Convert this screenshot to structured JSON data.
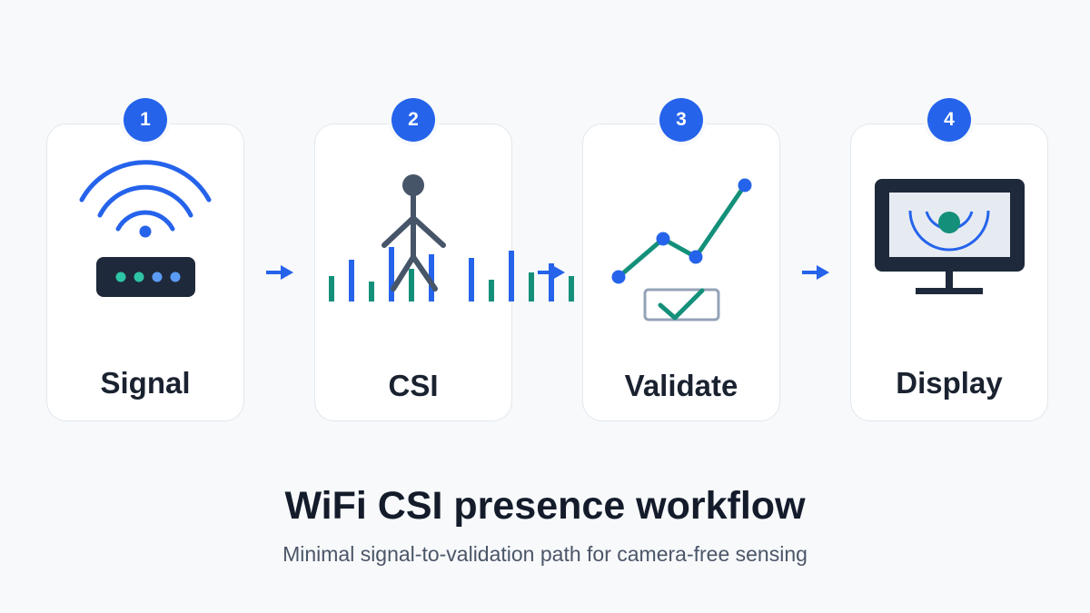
{
  "steps": [
    {
      "number": "1",
      "label": "Signal"
    },
    {
      "number": "2",
      "label": "CSI"
    },
    {
      "number": "3",
      "label": "Validate"
    },
    {
      "number": "4",
      "label": "Display"
    }
  ],
  "title": "WiFi CSI presence workflow",
  "subtitle": "Minimal signal-to-validation path for camera-free sensing",
  "icons": [
    "wifi-router-icon",
    "person-signal-bars-icon",
    "trend-check-icon",
    "monitor-presence-icon",
    "arrow-right-icon"
  ],
  "colors": {
    "accent": "#2563eb",
    "teal": "#14907a",
    "dark": "#1e293b",
    "card_border": "#e3e7ec",
    "background": "#f7f9fb"
  }
}
